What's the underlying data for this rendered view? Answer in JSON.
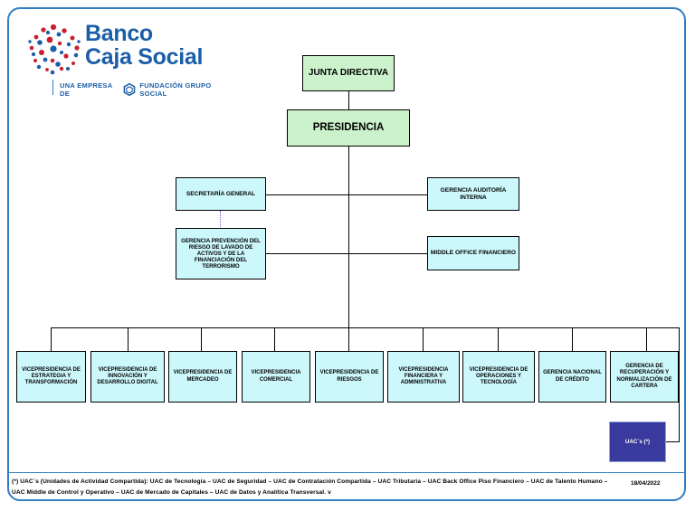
{
  "logo": {
    "line1": "Banco",
    "line2": "Caja Social",
    "tagline_pre": "UNA EMPRESA DE",
    "tagline_post": "FUNDACIÓN GRUPO SOCIAL",
    "brand_blue": "#1b5ea8",
    "dot_red": "#c8202f",
    "dot_blue": "#1b5ea8"
  },
  "colors": {
    "frame": "#2f7fc4",
    "green_box": "#ccf2cc",
    "cyan_box": "#ccf7fb",
    "navy_box": "#3a3a9e",
    "line": "#000000",
    "dotted_line": "#6a5acd"
  },
  "chart_data": {
    "type": "diagram",
    "title": "Organigrama Banco Caja Social",
    "nodes": [
      {
        "id": "junta",
        "label": "JUNTA DIRECTIVA",
        "level": 0,
        "style": "green"
      },
      {
        "id": "presidencia",
        "label": "PRESIDENCIA",
        "level": 1,
        "style": "green"
      },
      {
        "id": "secretaria",
        "label": "SECRETARÍA GENERAL",
        "level": 2,
        "style": "cyan"
      },
      {
        "id": "auditoria",
        "label": "GERENCIA AUDITORÍA INTERNA",
        "level": 2,
        "style": "cyan"
      },
      {
        "id": "sarlaft",
        "label": "GERENCIA PREVENCIÓN DEL RIESGO DE LAVADO DE ACTIVOS Y DE LA FINANCIACIÓN DEL TERRORISMO",
        "level": 3,
        "style": "cyan"
      },
      {
        "id": "middleoffice",
        "label": "MIDDLE OFFICE FINANCIERO",
        "level": 3,
        "style": "cyan"
      },
      {
        "id": "vp1",
        "label": "VICEPRESIDENCIA DE ESTRATEGIA Y TRANSFORMACIÓN",
        "level": 4,
        "style": "cyan"
      },
      {
        "id": "vp2",
        "label": "VICEPRESIDENCIA DE INNOVACIÓN Y DESARROLLO DIGITAL",
        "level": 4,
        "style": "cyan"
      },
      {
        "id": "vp3",
        "label": "VICEPRESIDENCIA DE MERCADEO",
        "level": 4,
        "style": "cyan"
      },
      {
        "id": "vp4",
        "label": "VICEPRESIDENCIA COMERCIAL",
        "level": 4,
        "style": "cyan"
      },
      {
        "id": "vp5",
        "label": "VICEPRESIDENCIA DE RIESGOS",
        "level": 4,
        "style": "cyan"
      },
      {
        "id": "vp6",
        "label": "VICEPRESIDENCIA FINANCIERA Y ADMINISTRATIVA",
        "level": 4,
        "style": "cyan"
      },
      {
        "id": "vp7",
        "label": "VICEPRESIDENCIA DE OPERACIONES Y TECNOLOGÍA",
        "level": 4,
        "style": "cyan"
      },
      {
        "id": "ger1",
        "label": "GERENCIA NACIONAL DE CRÉDITO",
        "level": 4,
        "style": "cyan"
      },
      {
        "id": "ger2",
        "label": "GERENCIA DE RECUPERACIÓN Y NORMALIZACIÓN DE CARTERA",
        "level": 4,
        "style": "cyan"
      },
      {
        "id": "uacs",
        "label": "UAC´s (*)",
        "level": 5,
        "style": "navy"
      }
    ],
    "edges": [
      {
        "from": "junta",
        "to": "presidencia",
        "style": "solid"
      },
      {
        "from": "presidencia",
        "to": "secretaria",
        "style": "solid"
      },
      {
        "from": "presidencia",
        "to": "auditoria",
        "style": "solid"
      },
      {
        "from": "presidencia",
        "to": "sarlaft",
        "style": "solid"
      },
      {
        "from": "presidencia",
        "to": "middleoffice",
        "style": "solid"
      },
      {
        "from": "secretaria",
        "to": "sarlaft",
        "style": "dotted"
      },
      {
        "from": "presidencia",
        "to": "vp1",
        "style": "solid"
      },
      {
        "from": "presidencia",
        "to": "vp2",
        "style": "solid"
      },
      {
        "from": "presidencia",
        "to": "vp3",
        "style": "solid"
      },
      {
        "from": "presidencia",
        "to": "vp4",
        "style": "solid"
      },
      {
        "from": "presidencia",
        "to": "vp5",
        "style": "solid"
      },
      {
        "from": "presidencia",
        "to": "vp6",
        "style": "solid"
      },
      {
        "from": "presidencia",
        "to": "vp7",
        "style": "solid"
      },
      {
        "from": "presidencia",
        "to": "ger1",
        "style": "solid"
      },
      {
        "from": "presidencia",
        "to": "ger2",
        "style": "solid"
      },
      {
        "from": "presidencia",
        "to": "uacs",
        "style": "solid"
      }
    ]
  },
  "boxes": {
    "junta": "JUNTA DIRECTIVA",
    "presidencia": "PRESIDENCIA",
    "secretaria": "SECRETARÍA GENERAL",
    "auditoria": "GERENCIA AUDITORÍA INTERNA",
    "sarlaft": "GERENCIA PREVENCIÓN DEL RIESGO DE LAVADO DE ACTIVOS Y DE LA FINANCIACIÓN DEL TERRORISMO",
    "middleoffice": "MIDDLE OFFICE FINANCIERO",
    "vp1": "VICEPRESIDENCIA DE ESTRATEGIA Y TRANSFORMACIÓN",
    "vp2": "VICEPRESIDENCIA DE INNOVACIÓN Y DESARROLLO DIGITAL",
    "vp3": "VICEPRESIDENCIA DE MERCADEO",
    "vp4": "VICEPRESIDENCIA COMERCIAL",
    "vp5": "VICEPRESIDENCIA DE RIESGOS",
    "vp6": "VICEPRESIDENCIA FINANCIERA Y ADMINISTRATIVA",
    "vp7": "VICEPRESIDENCIA DE OPERACIONES Y TECNOLOGÍA",
    "ger1": "GERENCIA NACIONAL DE CRÉDITO",
    "ger2": "GERENCIA DE RECUPERACIÓN Y NORMALIZACIÓN DE CARTERA",
    "uacs": "UAC´s (*)"
  },
  "footer": {
    "note": "(*) UAC´s (Unidades de Actividad Compartida): UAC de Tecnología – UAC de Seguridad – UAC de Contratación Compartida – UAC Tributaria – UAC Back Office Piso Financiero – UAC de Talento Humano – UAC Middle de Control y Operativo – UAC de Mercado de Capitales – UAC de Datos y Analítica Transversal. v",
    "date": "18/04/2022"
  }
}
